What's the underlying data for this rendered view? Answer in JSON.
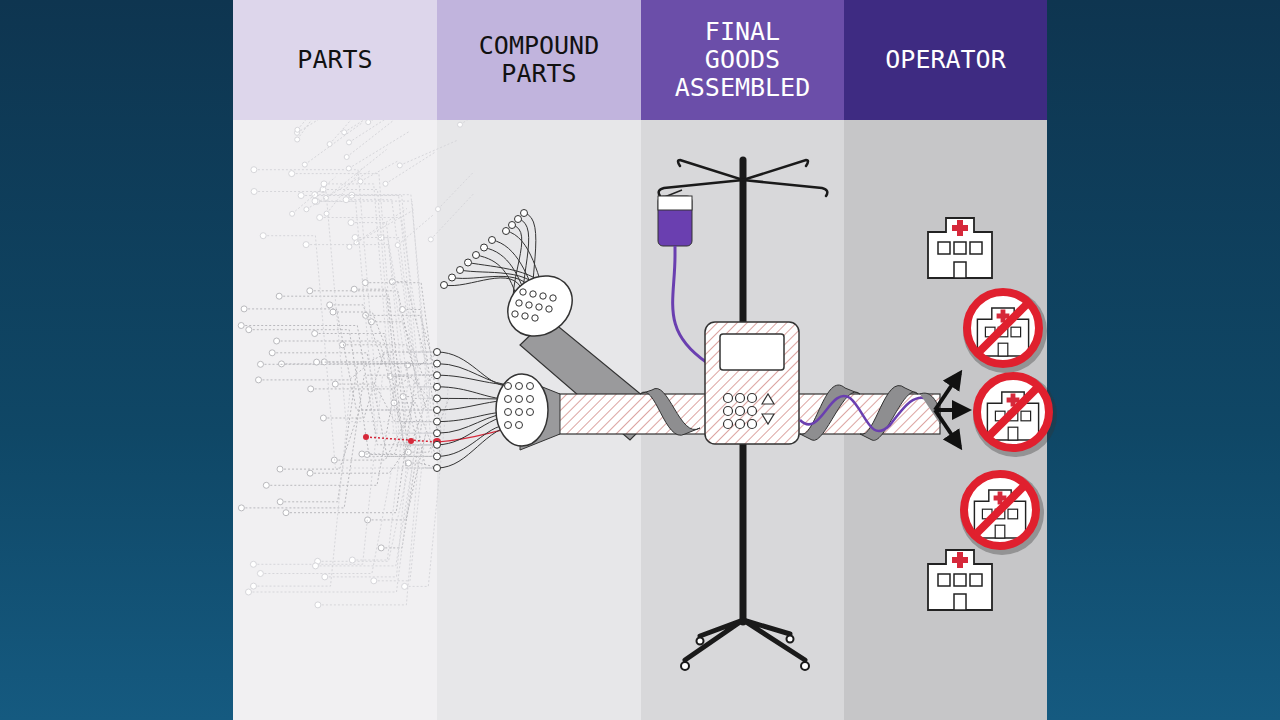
{
  "diagram": {
    "nodes": [
      {
        "text": [
          "PARTS"
        ]
      },
      {
        "text": [
          "COMPOUND PARTS"
        ]
      },
      {
        "text": [
          "FINAL GOODS ASSEMBLED"
        ]
      },
      {
        "text": [
          "OPERATOR"
        ]
      }
    ]
  }
}
